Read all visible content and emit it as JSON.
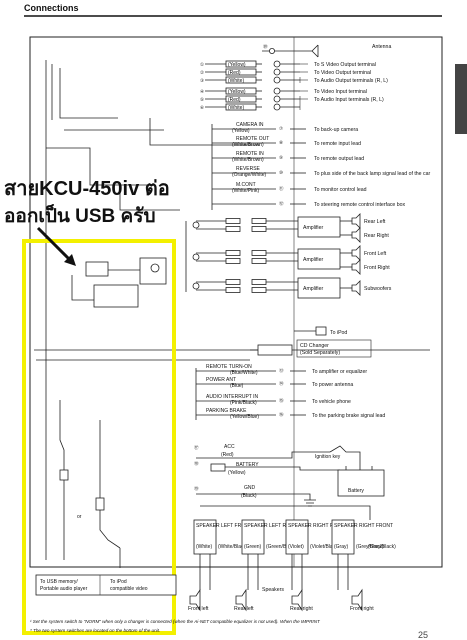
{
  "header": {
    "title": "Connections"
  },
  "antenna": {
    "label": "Antenna"
  },
  "top_outputs": [
    {
      "num": "①",
      "color": "(Yellow)",
      "dest": "To S Video Output terminal"
    },
    {
      "num": "②",
      "color": "(Red)",
      "dest": "To Video Output terminal"
    },
    {
      "num": "③",
      "color": "(White)",
      "dest": "To Audio Output terminals (R, L)"
    },
    {
      "num": "④",
      "color": "(Yellow)",
      "dest": "To Video Input terminal"
    },
    {
      "num": "⑤",
      "color": "(Red)",
      "dest": "To Audio Input terminals (R, L)"
    },
    {
      "num": "⑥",
      "color": "(White)",
      "dest": ""
    }
  ],
  "control_leads": [
    {
      "num": "⑦",
      "label": "CAMERA IN",
      "color": "(Yellow)",
      "dest": "To back-up camera"
    },
    {
      "num": "⑧",
      "label": "REMOTE OUT",
      "color": "(White/Brown)",
      "dest": "To remote input lead"
    },
    {
      "num": "⑨",
      "label": "REMOTE IN",
      "color": "(White/Brown)",
      "dest": "To remote output lead"
    },
    {
      "num": "⑩",
      "label": "REVERSE",
      "color": "(Orange/White)",
      "dest": "To plus side of the back lamp signal lead of the car"
    },
    {
      "num": "⑪",
      "label": "M.CONT",
      "color": "(White/Pink)",
      "dest": "To monitor control lead"
    },
    {
      "num": "⑫",
      "label": "",
      "color": "",
      "dest": "To steering remote control interface box"
    }
  ],
  "amplifiers": [
    {
      "label": "Amplifier",
      "outputs": [
        "Rear Left",
        "Rear Right"
      ]
    },
    {
      "label": "Amplifier",
      "outputs": [
        "Front Left",
        "Front Right"
      ]
    },
    {
      "label": "Amplifier",
      "outputs": [
        "Subwoofers"
      ]
    }
  ],
  "annotation": {
    "line1": "สายKCU-450iv ต่อ",
    "line2": "ออกเป็น USB ครับ"
  },
  "ipod": {
    "label": "To iPod"
  },
  "cd_changer": {
    "line1": "CD Changer",
    "line2": "(Sold Separately)"
  },
  "power_leads": [
    {
      "num": "⑬",
      "label": "REMOTE TURN-ON",
      "color": "(Blue/White)",
      "dest": "To amplifier or equalizer"
    },
    {
      "num": "⑭",
      "label": "POWER ANT",
      "color": "(Blue)",
      "dest": "To power antenna"
    },
    {
      "num": "⑮",
      "label": "AUDIO INTERRUPT IN",
      "color": "(Pink/Black)",
      "dest": "To vehicle phone"
    },
    {
      "num": "⑯",
      "label": "PARKING BRAKE",
      "color": "(Yellow/Blue)",
      "dest": "To the parking brake signal lead"
    }
  ],
  "battery_section": {
    "acc": {
      "num": "⑰",
      "label": "ACC",
      "color": "(Red)"
    },
    "battery": {
      "num": "⑱",
      "label": "BATTERY",
      "color": "(Yellow)"
    },
    "gnd": {
      "num": "⑲",
      "label": "GND",
      "color": "(Black)"
    },
    "ignition_key": "Ignition key",
    "battery_label": "Battery"
  },
  "speaker_leads": [
    {
      "label": "SPEAKER LEFT FRONT",
      "color": "(White)",
      "color2": "(White/Black)"
    },
    {
      "label": "SPEAKER LEFT REAR",
      "color": "(Green)",
      "color2": "(Green/Black)"
    },
    {
      "label": "SPEAKER RIGHT REAR",
      "color": "(Violet)",
      "color2": "(Violet/Black)"
    },
    {
      "label": "SPEAKER RIGHT FRONT",
      "color": "(Gray)",
      "color2": "(Grey/Black)"
    }
  ],
  "speakers": {
    "title": "Speakers",
    "items": [
      "Front left",
      "Rear left",
      "Rear right",
      "Front right"
    ]
  },
  "bottom_boxes": [
    {
      "line1": "To USB memory/",
      "line2": "Portable audio player"
    },
    {
      "line1": "To iPod",
      "line2": "compatible video"
    }
  ],
  "footnotes": [
    "¹ Set the system switch to \"NORM\" when only a changer is connected (when the Ai-NET compatible equalizer is not used). When the IMPRINT",
    "* The two system switches are located on the bottom of the unit."
  ],
  "page_number": "25",
  "colors": {
    "highlight": "#f3f000",
    "line": "#222222",
    "sidebar_tab": "#444444"
  }
}
